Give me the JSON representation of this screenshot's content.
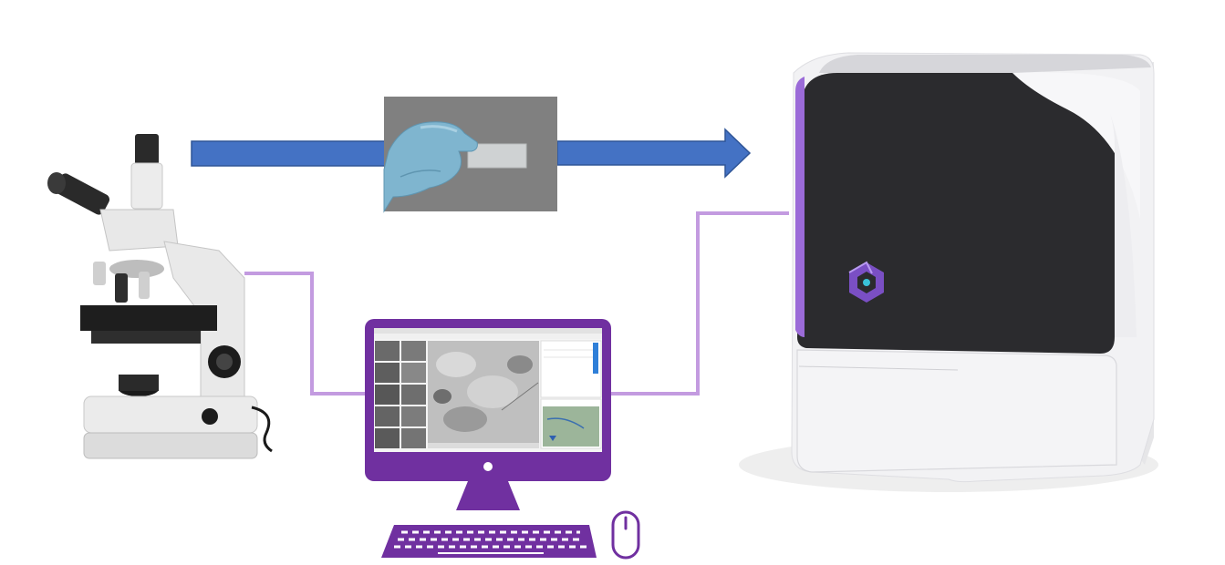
{
  "diagram": {
    "nodes": [
      {
        "id": "microscope",
        "icon": "microscope-icon"
      },
      {
        "id": "slide",
        "icon": "gloved-hand-holding-slide-icon"
      },
      {
        "id": "workstation",
        "icon": "desktop-monitor-icon"
      },
      {
        "id": "analyzer",
        "icon": "slide-scanner-device-icon"
      },
      {
        "id": "keyboard",
        "icon": "keyboard-icon"
      },
      {
        "id": "mouse",
        "icon": "mouse-icon"
      }
    ],
    "connections": [
      {
        "from": "slide",
        "to": "analyzer",
        "style": "arrow"
      },
      {
        "from": "microscope",
        "to": "workstation",
        "style": "line"
      },
      {
        "from": "workstation",
        "to": "analyzer",
        "style": "line"
      }
    ],
    "colors": {
      "arrow": "#4472c4",
      "arrow_stroke": "#2f5597",
      "connector": "#c39be0",
      "brand_purple": "#7030a0",
      "device_dark": "#2b2b2e",
      "device_body": "#f2f2f4",
      "slide_background": "#808080"
    }
  }
}
